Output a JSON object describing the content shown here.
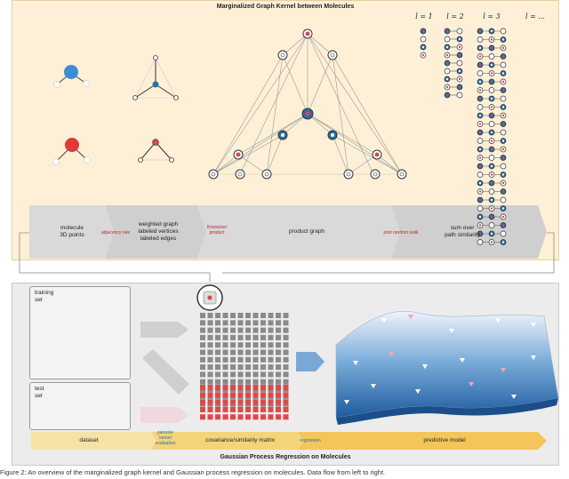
{
  "top_panel": {
    "title": "Marginalized Graph Kernel between Molecules",
    "walk_lengths": [
      "l = 1",
      "l = 2",
      "l = 3",
      "l = ..."
    ],
    "pipeline": {
      "step1": "molecule\n3D points",
      "arrow1": "adjacency rule",
      "step2": "weighted graph\nlabeled vertices\nlabeled edges",
      "arrow2": "Kronecker\nproduct",
      "step3": "product graph",
      "arrow3": "joint random walk",
      "step4": "sum over\npath similarity"
    }
  },
  "bottom_panel": {
    "title": "Gaussian Process Regression on Molecules",
    "training_label": "training\nset",
    "test_label": "test\nset",
    "pipeline": {
      "step1": "dataset",
      "arrow1": "pairwise\nkernel\nevaluation",
      "step2": "covariance/similarity matrix",
      "arrow2": "regression",
      "step3": "predictive model"
    }
  },
  "caption": "Figure 2: An overview of the marginalized graph kernel and Gaussian process regression on molecules. Data flow from left to right.",
  "colors": {
    "top_bg": "#fdf0d7",
    "bottom_bg": "#ececec",
    "blue_node": "#2a6ea8",
    "red_node": "#d64a4a",
    "arrow_gray": "#cfcfcf",
    "arrow_gold": "#f4c65a"
  }
}
